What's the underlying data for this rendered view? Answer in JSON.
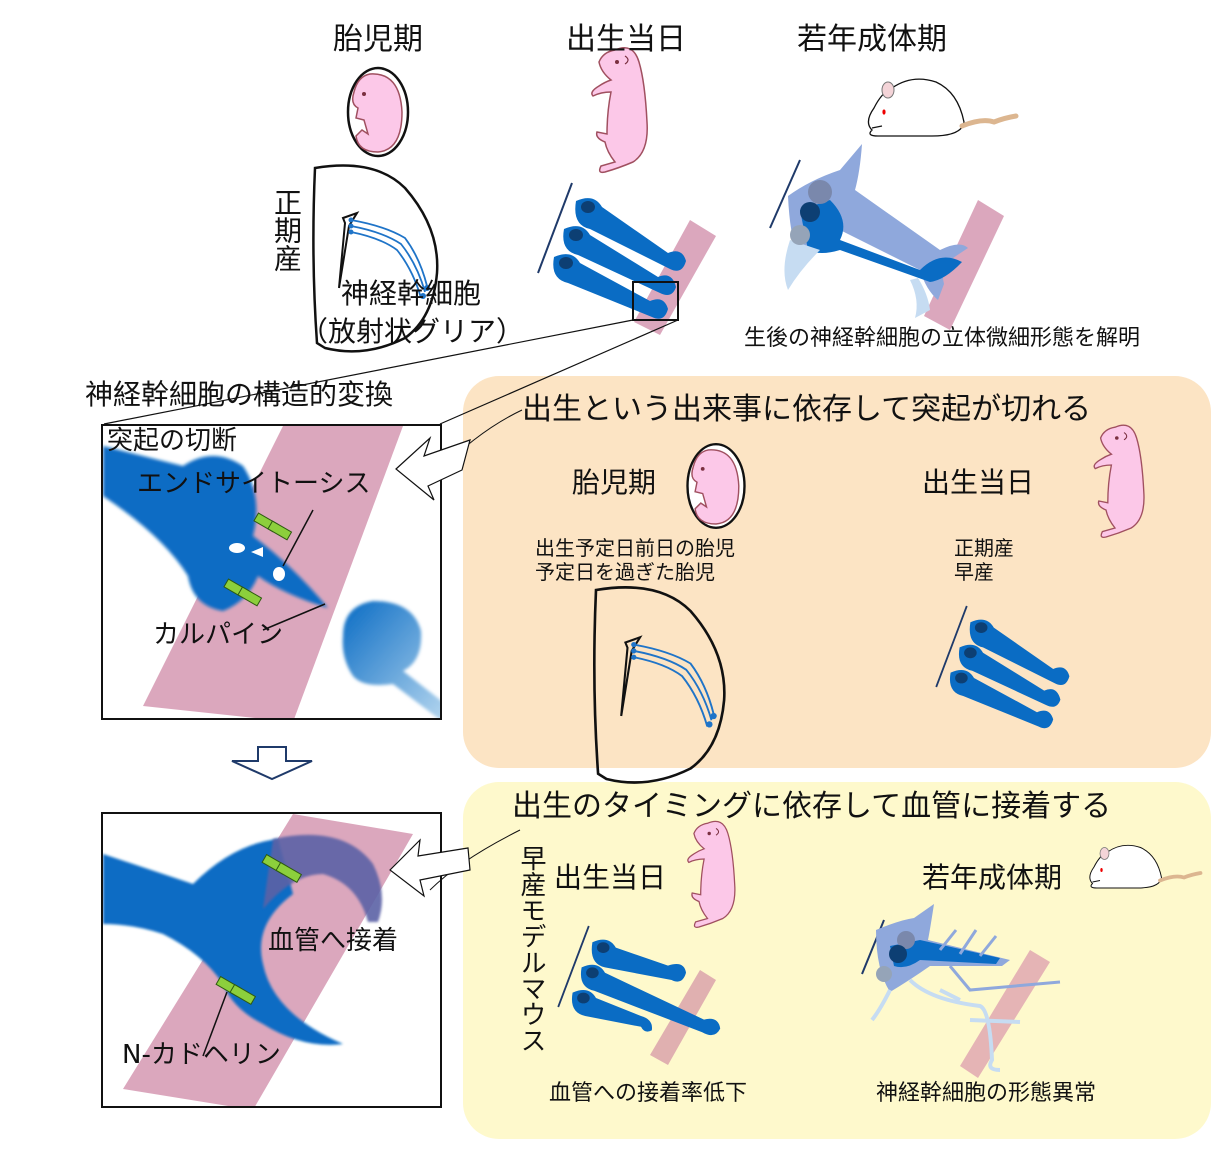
{
  "top_row": {
    "fetal_label": "胎児期",
    "birth_day_label": "出生当日",
    "young_adult_label": "若年成体期",
    "term_birth_label": "正期産",
    "nsc_label_line1": "神経幹細胞",
    "nsc_label_line2": "（放射状グリア）",
    "adult_caption": "生後の神経幹細胞の立体微細形態を解明"
  },
  "left_column": {
    "section_title": "神経幹細胞の構造的変換",
    "box1": {
      "title": "突起の切断",
      "endocytosis_label": "エンドサイトーシス",
      "calpain_label": "カルパイン"
    },
    "box2": {
      "attach_label": "血管へ接着",
      "ncadherin_label": "N-カドヘリン"
    }
  },
  "orange_panel": {
    "title": "出生という出来事に依存して突起が切れる",
    "fetal_label": "胎児期",
    "fetal_note_line1": "出生予定日前日の胎児",
    "fetal_note_line2": "予定日を過ぎた胎児",
    "birth_label": "出生当日",
    "birth_note_line1": "正期産",
    "birth_note_line2": "早産"
  },
  "yellow_panel": {
    "title": "出生のタイミングに依存して血管に接着する",
    "model_label": "早産モデルマウス",
    "birth_label": "出生当日",
    "young_adult_label": "若年成体期",
    "birth_caption": "血管への接着率低下",
    "adult_caption": "神経幹細胞の形態異常"
  },
  "colors": {
    "orange_panel": "#fce4c4",
    "yellow_panel": "#fef9cc",
    "cell_blue": "#0a6cc4",
    "nucleus": "#0d3f73",
    "vessel_pink": "#dba7bd",
    "pup_pink": "#fcc8e8",
    "cadherin_green": "#8ccf3c"
  }
}
